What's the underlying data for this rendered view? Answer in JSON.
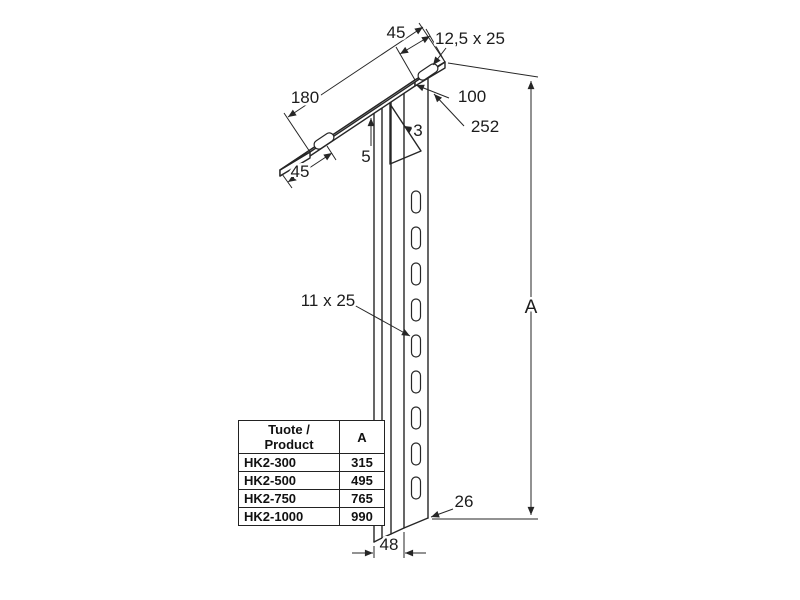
{
  "drawing": {
    "labels": {
      "plate_width": "45",
      "plate_slot": "12,5 x 25",
      "plate_length": "180",
      "dim_100": "100",
      "dim_252": "252",
      "plate_thickness": "3",
      "gusset_height": "5",
      "slot_offset": "45",
      "post_slot": "11 x 25",
      "overall_height": "A",
      "dim_26": "26",
      "post_depth": "48"
    }
  },
  "table": {
    "headers": {
      "product": "Tuote / Product",
      "a": "A"
    },
    "rows": [
      {
        "product": "HK2-300",
        "a": "315"
      },
      {
        "product": "HK2-500",
        "a": "495"
      },
      {
        "product": "HK2-750",
        "a": "765"
      },
      {
        "product": "HK2-1000",
        "a": "990"
      }
    ]
  }
}
